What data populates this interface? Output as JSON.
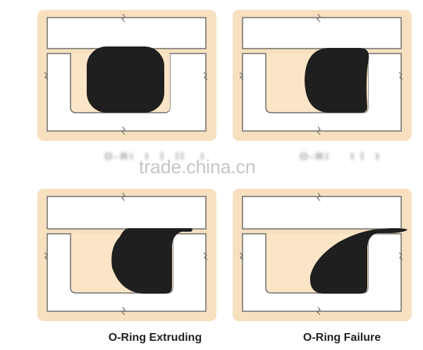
{
  "colors": {
    "frame": "#f7e0bf",
    "gland": "#fbe5c6",
    "outline": "#6e6e6e",
    "oring": "#1f1f1f",
    "background": "#ffffff"
  },
  "panels": [
    {
      "id": "normal",
      "state": "seated"
    },
    {
      "id": "deforming",
      "state": "deformed"
    },
    {
      "id": "extruding",
      "state": "extruding"
    },
    {
      "id": "failure",
      "state": "failure"
    }
  ],
  "captions": {
    "top_left": "",
    "top_right": "",
    "bottom_left": "O-Ring Extruding",
    "bottom_right": "O-Ring Failure"
  },
  "watermark": "trade.china.cn"
}
